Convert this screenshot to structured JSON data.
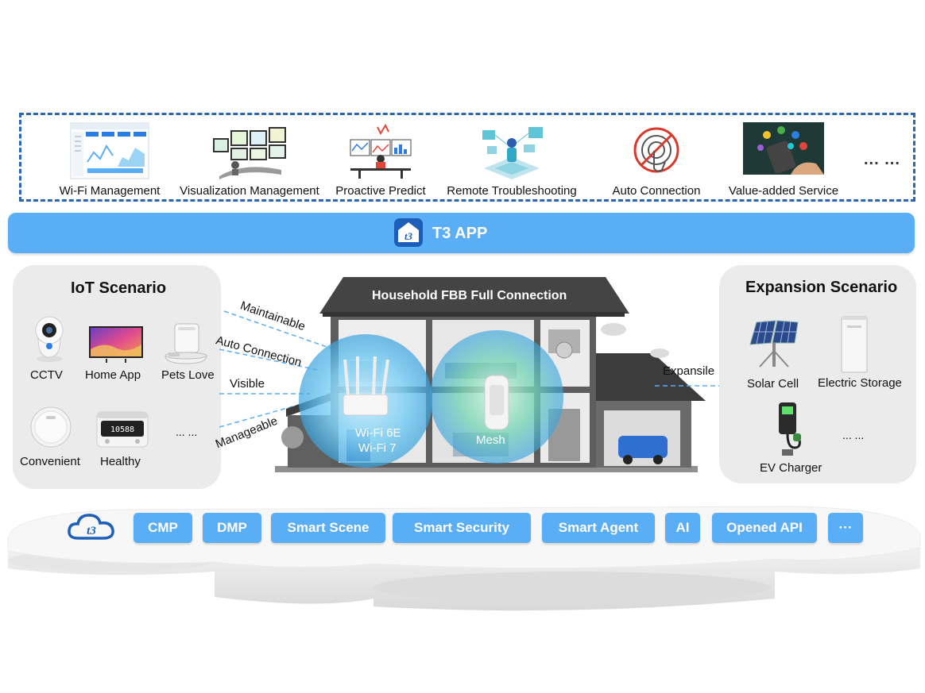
{
  "services": [
    {
      "label": "Wi-Fi Management",
      "icon": "wifi-dashboard-icon"
    },
    {
      "label": "Visualization Management",
      "icon": "monitor-wall-icon"
    },
    {
      "label": "Proactive Predict",
      "icon": "analytics-desk-icon"
    },
    {
      "label": "Remote Troubleshooting",
      "icon": "remote-support-icon"
    },
    {
      "label": "Auto Connection",
      "icon": "touch-connect-icon"
    },
    {
      "label": "Value-added Service",
      "icon": "phone-apps-icon"
    }
  ],
  "services_more": "... ...",
  "app": {
    "title": "T3 APP",
    "icon": "t3-app-logo-icon",
    "color": "#5aaef6"
  },
  "iot": {
    "title": "IoT Scenario",
    "devices": [
      {
        "label": "CCTV",
        "icon": "camera-icon"
      },
      {
        "label": "Home App",
        "icon": "tv-icon"
      },
      {
        "label": "Pets Love",
        "icon": "pet-feeder-icon"
      },
      {
        "label": "Convenient",
        "icon": "robot-vacuum-icon"
      },
      {
        "label": "Healthy",
        "icon": "air-purifier-icon"
      }
    ],
    "more": "... ...",
    "display_reading": "10588"
  },
  "connections": [
    "Maintainable",
    "Auto Connection",
    "Visible",
    "Manageable"
  ],
  "house": {
    "title": "Household FBB Full Connection",
    "router_lines": [
      "Wi-Fi 6E",
      "Wi-Fi 7"
    ],
    "mesh": "Mesh"
  },
  "expansion": {
    "title": "Expansion Scenario",
    "link": "Expansile",
    "devices": [
      {
        "label": "Solar Cell",
        "icon": "solar-panel-icon"
      },
      {
        "label": "Electric Storage",
        "icon": "battery-cabinet-icon"
      },
      {
        "label": "EV Charger",
        "icon": "ev-charger-icon"
      }
    ],
    "more": "... ..."
  },
  "platform": {
    "icon": "cloud-t3-icon",
    "modules": [
      "CMP",
      "DMP",
      "Smart Scene",
      "Smart Security",
      "Smart Agent",
      "AI",
      "Opened API",
      "···"
    ]
  }
}
